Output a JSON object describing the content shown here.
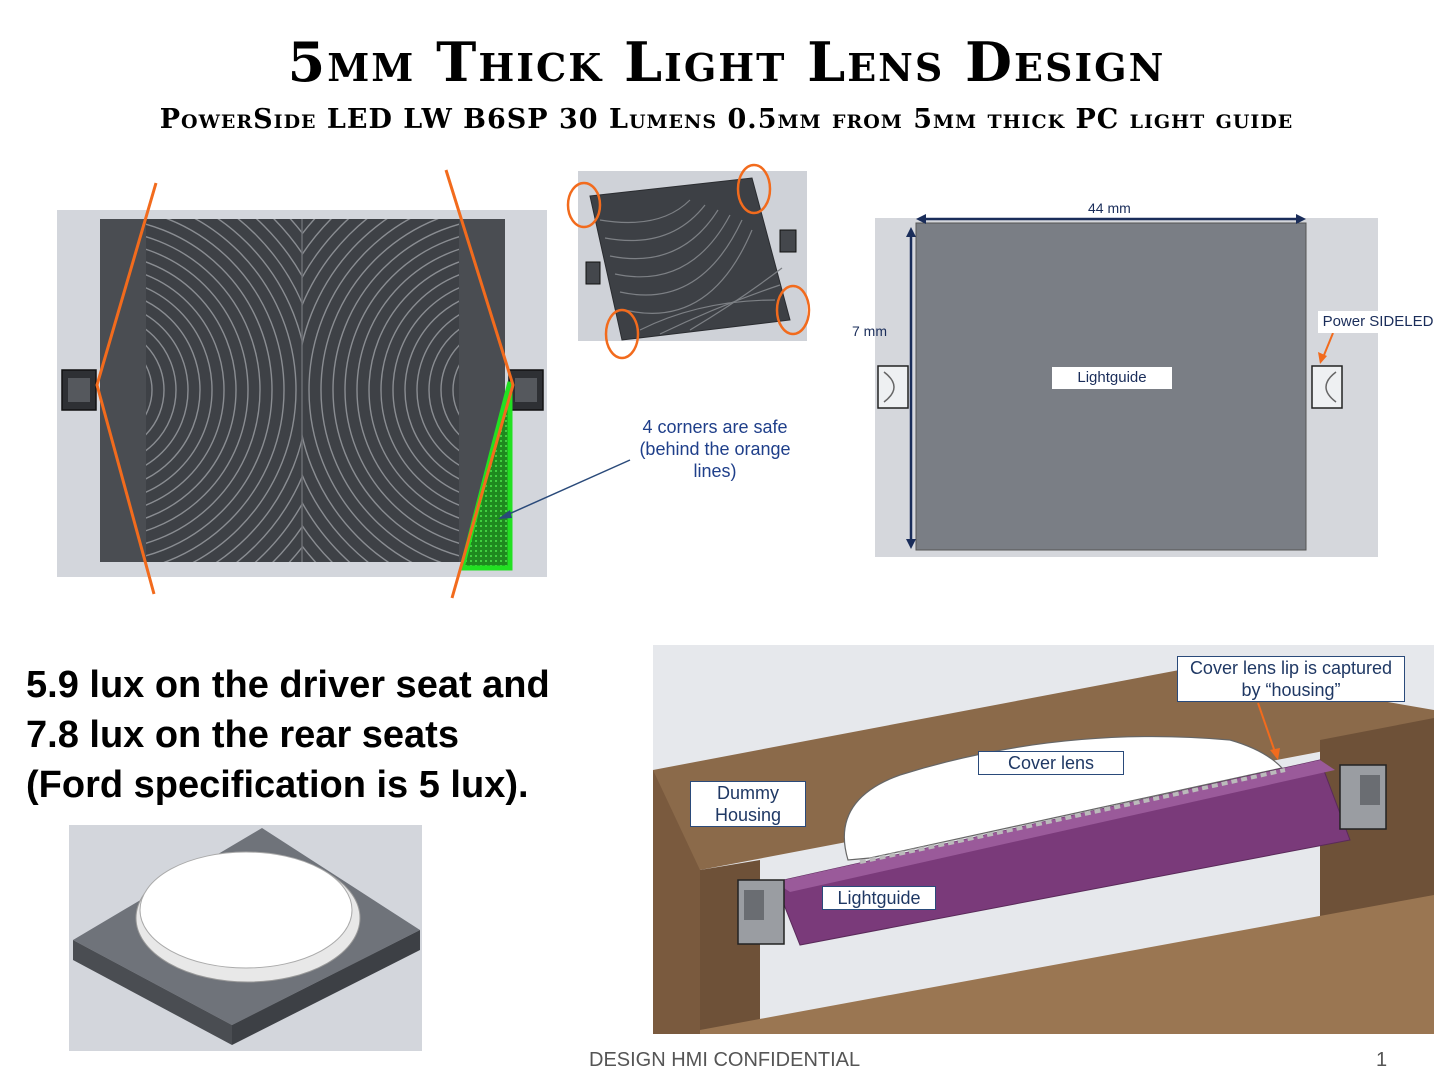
{
  "slide": {
    "title": "5mm Thick Light Lens Design",
    "subtitle": "PowerSide LED LW B6SP 30 Lumens 0.5mm from 5mm thick PC light guide",
    "footer": "DESIGN HMI CONFIDENTIAL",
    "page_number": "1"
  },
  "figure_top_left": {
    "note": [
      "4 corners are safe",
      "(behind the orange",
      "lines)"
    ],
    "colors": {
      "orange": "#f26b1d",
      "green": "#22e022",
      "panel": "#4a4d52"
    }
  },
  "figure_top_right": {
    "width_label": "44 mm",
    "height_label": "7 mm",
    "center_label": "Lightguide",
    "led_label": "Power SIDELED"
  },
  "results": {
    "lines": [
      "5.9 lux on the driver seat and",
      "7.8 lux on the rear seats",
      "(Ford specification is 5 lux)."
    ]
  },
  "figure_bottom_right": {
    "cover_lip_label": [
      "Cover lens lip is captured",
      "by “housing”"
    ],
    "cover_lens_label": "Cover lens",
    "dummy_housing_label": [
      "Dummy",
      "Housing"
    ],
    "lightguide_label": "Lightguide",
    "colors": {
      "housing": "#8b6a4a",
      "lightguide": "#7a3a7a"
    }
  }
}
